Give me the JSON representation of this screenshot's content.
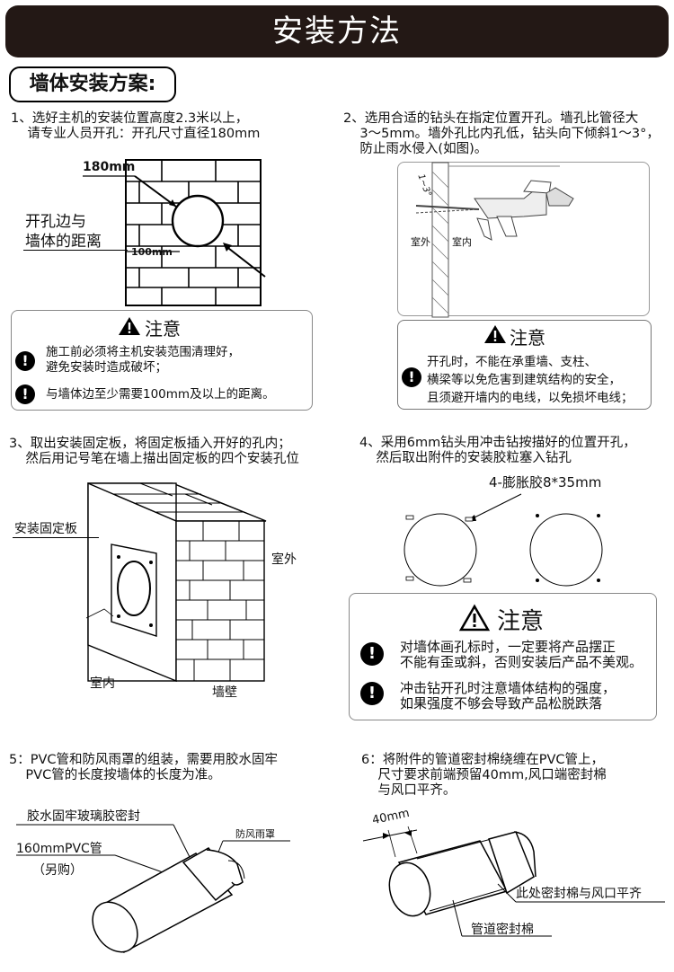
{
  "header": {
    "title": "安装方法"
  },
  "section": {
    "title": "墙体安装方案:"
  },
  "step1": {
    "text": "1、选好主机的安装位置高度2.3米以上，\n    请专业人员开孔：开孔尺寸直径180mm",
    "diameter_label": "180mm",
    "edge_label": "开孔边与\n墙体的距离",
    "distance_label": "100mm"
  },
  "step2": {
    "text": "2、选用合适的钻头在指定位置开孔。墙孔比管径大\n    3～5mm。墙外孔比内孔低，钻头向下倾斜1～3°，\n    防止雨水侵入(如图)。",
    "angle_label": "1~3°",
    "outside_label": "室外",
    "inside_label": "室内"
  },
  "notice1": {
    "title": "注意",
    "items": [
      "施工前必须将主机安装范围清理好，\n避免安装时造成破坏；",
      "与墙体边至少需要100mm及以上的距离。"
    ]
  },
  "notice2": {
    "title": "注意",
    "text": "开孔时，不能在承重墙、支柱、\n横梁等以免危害到建筑结构的安全，\n且须避开墙内的电线，以免损坏电线；"
  },
  "step3": {
    "text": "3、取出安装固定板，将固定板插入开好的孔内；\n    然后用记号笔在墙上描出固定板的四个安装孔位",
    "plate_label": "安装固定板",
    "outside_label": "室外",
    "inside_label": "室内",
    "wall_label": "墙壁"
  },
  "step4": {
    "text": "4、采用6mm钻头用冲击钻按描好的位置开孔，\n    然后取出附件的安装胶粒塞入钻孔",
    "anchor_label": "4-膨胀胶8*35mm"
  },
  "notice3": {
    "title": "注意",
    "items": [
      "对墙体画孔标时，一定要将产品摆正\n不能有歪或斜，否则安装后产品不美观。",
      "冲击钻开孔时注意墙体结构的强度，\n如果强度不够会导致产品松脱跌落"
    ]
  },
  "step5": {
    "text": "5：PVC管和防风雨罩的组装，需要用胶水固牢\n    PVC管的长度按墙体的长度为准。",
    "glue_label": "胶水固牢玻璃胶密封",
    "pipe_label": "160mmPVC管",
    "pipe_note": "（另购）",
    "cover_label": "防风雨罩"
  },
  "step6": {
    "text": "6：将附件的管道密封棉绕缠在PVC管上，\n    尺寸要求前端预留40mm,风口端密封棉\n    与风口平齐。",
    "reserve_label": "40mm",
    "flush_label": "此处密封棉与风口平齐",
    "seal_label": "管道密封棉"
  },
  "colors": {
    "header_bg": "#231815",
    "line": "#000000",
    "brick_bg": "#ffffff"
  }
}
